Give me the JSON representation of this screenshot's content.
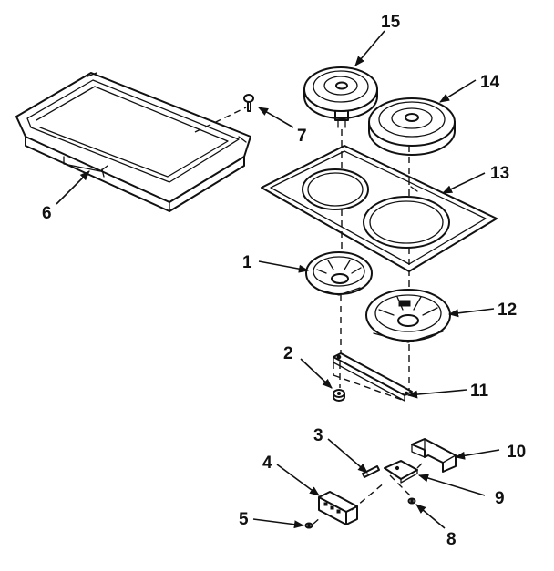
{
  "diagram": {
    "parts": [
      {
        "id": "part-1",
        "label": "1",
        "name": "drip-bowl-left"
      },
      {
        "id": "part-2",
        "label": "2",
        "name": "nut"
      },
      {
        "id": "part-3",
        "label": "3",
        "name": "pin"
      },
      {
        "id": "part-4",
        "label": "4",
        "name": "receptacle-block"
      },
      {
        "id": "part-5",
        "label": "5",
        "name": "screw-5"
      },
      {
        "id": "part-6",
        "label": "6",
        "name": "frame-tray"
      },
      {
        "id": "part-7",
        "label": "7",
        "name": "screw-7"
      },
      {
        "id": "part-8",
        "label": "8",
        "name": "screw-8"
      },
      {
        "id": "part-9",
        "label": "9",
        "name": "receptacle-bracket"
      },
      {
        "id": "part-10",
        "label": "10",
        "name": "mounting-bracket"
      },
      {
        "id": "part-11",
        "label": "11",
        "name": "support-bar"
      },
      {
        "id": "part-12",
        "label": "12",
        "name": "drip-bowl-right"
      },
      {
        "id": "part-13",
        "label": "13",
        "name": "cooktop-panel"
      },
      {
        "id": "part-14",
        "label": "14",
        "name": "surface-element-large"
      },
      {
        "id": "part-15",
        "label": "15",
        "name": "surface-element-small"
      }
    ]
  }
}
